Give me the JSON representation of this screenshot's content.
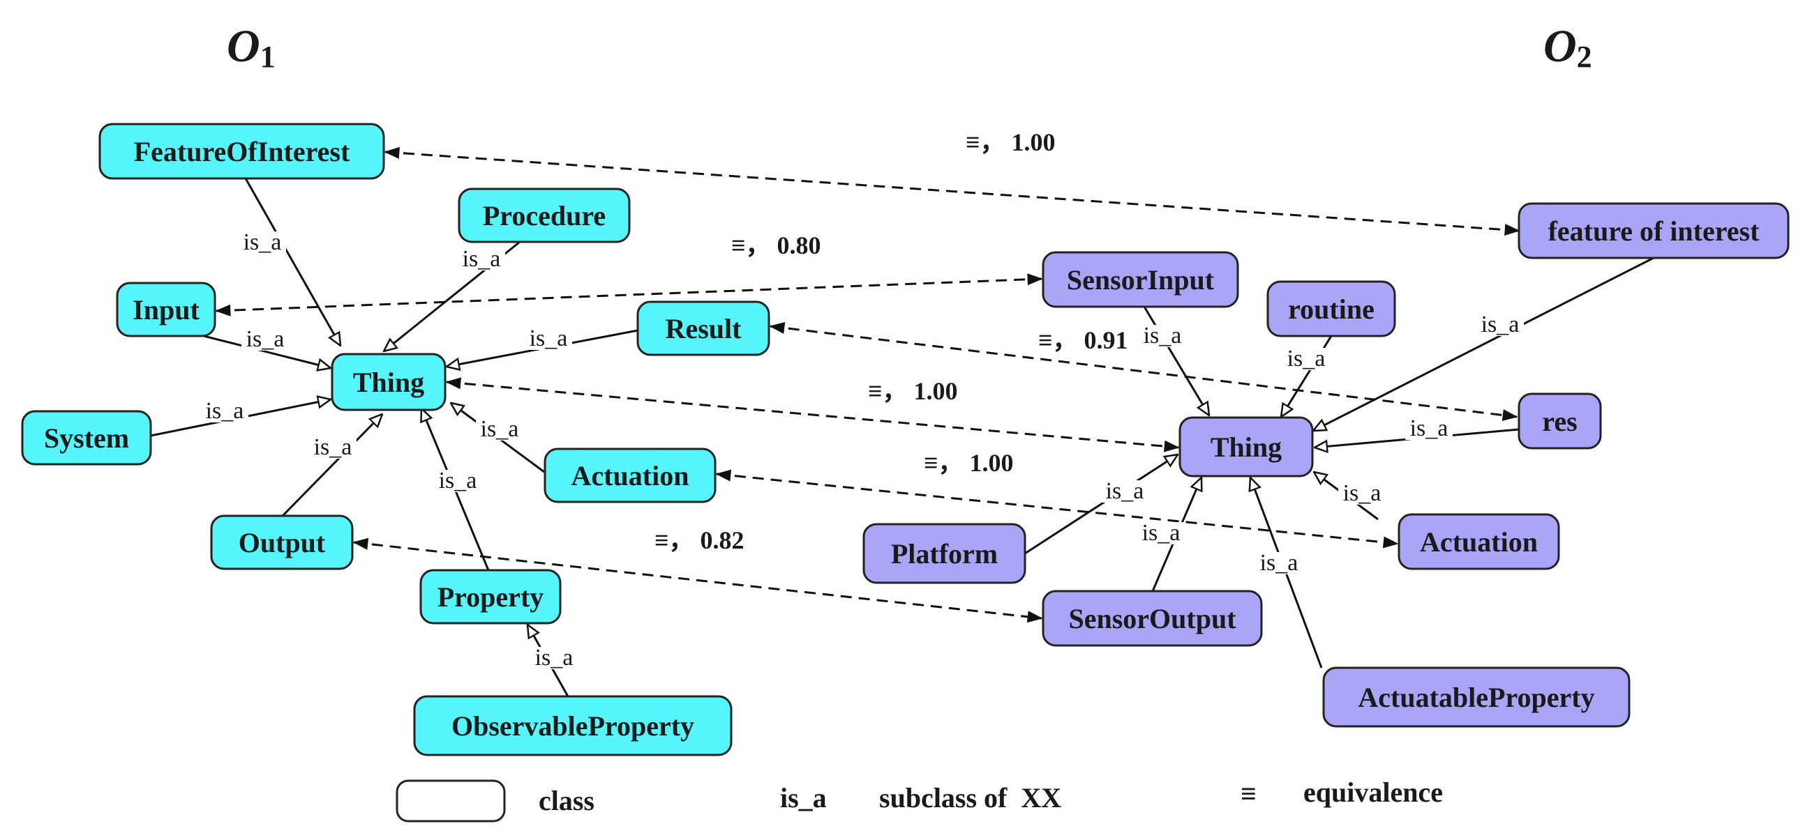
{
  "titles": {
    "o1": "O",
    "o1_sub": "1",
    "o2": "O",
    "o2_sub": "2"
  },
  "colors": {
    "o1_fill": "#55f5fb",
    "o2_fill": "#a9a5f7",
    "line": "#111111"
  },
  "isa_label": "is_a",
  "nodes": [
    {
      "id": "o1-feature-of-interest",
      "label": "FeatureOfInterest",
      "ontology": "o1"
    },
    {
      "id": "o1-procedure",
      "label": "Procedure",
      "ontology": "o1"
    },
    {
      "id": "o1-input",
      "label": "Input",
      "ontology": "o1"
    },
    {
      "id": "o1-result",
      "label": "Result",
      "ontology": "o1"
    },
    {
      "id": "o1-thing",
      "label": "Thing",
      "ontology": "o1"
    },
    {
      "id": "o1-system",
      "label": "System",
      "ontology": "o1"
    },
    {
      "id": "o1-actuation",
      "label": "Actuation",
      "ontology": "o1"
    },
    {
      "id": "o1-output",
      "label": "Output",
      "ontology": "o1"
    },
    {
      "id": "o1-property",
      "label": "Property",
      "ontology": "o1"
    },
    {
      "id": "o1-observable-property",
      "label": "ObservableProperty",
      "ontology": "o1"
    },
    {
      "id": "o2-feature-of-interest",
      "label": "feature of interest",
      "ontology": "o2"
    },
    {
      "id": "o2-sensor-input",
      "label": "SensorInput",
      "ontology": "o2"
    },
    {
      "id": "o2-routine",
      "label": "routine",
      "ontology": "o2"
    },
    {
      "id": "o2-res",
      "label": "res",
      "ontology": "o2"
    },
    {
      "id": "o2-thing",
      "label": "Thing",
      "ontology": "o2"
    },
    {
      "id": "o2-platform",
      "label": "Platform",
      "ontology": "o2"
    },
    {
      "id": "o2-actuation",
      "label": "Actuation",
      "ontology": "o2"
    },
    {
      "id": "o2-sensor-output",
      "label": "SensorOutput",
      "ontology": "o2"
    },
    {
      "id": "o2-actuatable-property",
      "label": "ActuatableProperty",
      "ontology": "o2"
    }
  ],
  "isa_edges": [
    {
      "from": "o1-feature-of-interest",
      "to": "o1-thing"
    },
    {
      "from": "o1-procedure",
      "to": "o1-thing"
    },
    {
      "from": "o1-input",
      "to": "o1-thing"
    },
    {
      "from": "o1-result",
      "to": "o1-thing"
    },
    {
      "from": "o1-system",
      "to": "o1-thing"
    },
    {
      "from": "o1-output",
      "to": "o1-thing"
    },
    {
      "from": "o1-property",
      "to": "o1-thing"
    },
    {
      "from": "o1-actuation",
      "to": "o1-thing"
    },
    {
      "from": "o1-observable-property",
      "to": "o1-property"
    },
    {
      "from": "o2-feature-of-interest",
      "to": "o2-thing"
    },
    {
      "from": "o2-sensor-input",
      "to": "o2-thing"
    },
    {
      "from": "o2-routine",
      "to": "o2-thing"
    },
    {
      "from": "o2-res",
      "to": "o2-thing"
    },
    {
      "from": "o2-platform",
      "to": "o2-thing"
    },
    {
      "from": "o2-sensor-output",
      "to": "o2-thing"
    },
    {
      "from": "o2-actuatable-property",
      "to": "o2-thing"
    },
    {
      "from": "o2-actuation",
      "to": "o2-thing"
    }
  ],
  "equivalences": [
    {
      "from": "o1-feature-of-interest",
      "to": "o2-feature-of-interest",
      "label": "≡， 1.00"
    },
    {
      "from": "o1-input",
      "to": "o2-sensor-input",
      "label": "≡， 0.80"
    },
    {
      "from": "o1-result",
      "to": "o2-res",
      "label": "≡， 0.91"
    },
    {
      "from": "o1-thing",
      "to": "o2-thing",
      "label": "≡， 1.00"
    },
    {
      "from": "o1-actuation",
      "to": "o2-actuation",
      "label": "≡， 1.00"
    },
    {
      "from": "o1-output",
      "to": "o2-sensor-output",
      "label": "≡， 0.82"
    }
  ],
  "legend": {
    "class_label": "class",
    "isa_symbol": "is_a",
    "isa_text": "subclass of  XX",
    "eq_symbol": "≡",
    "eq_text": "equivalence"
  }
}
